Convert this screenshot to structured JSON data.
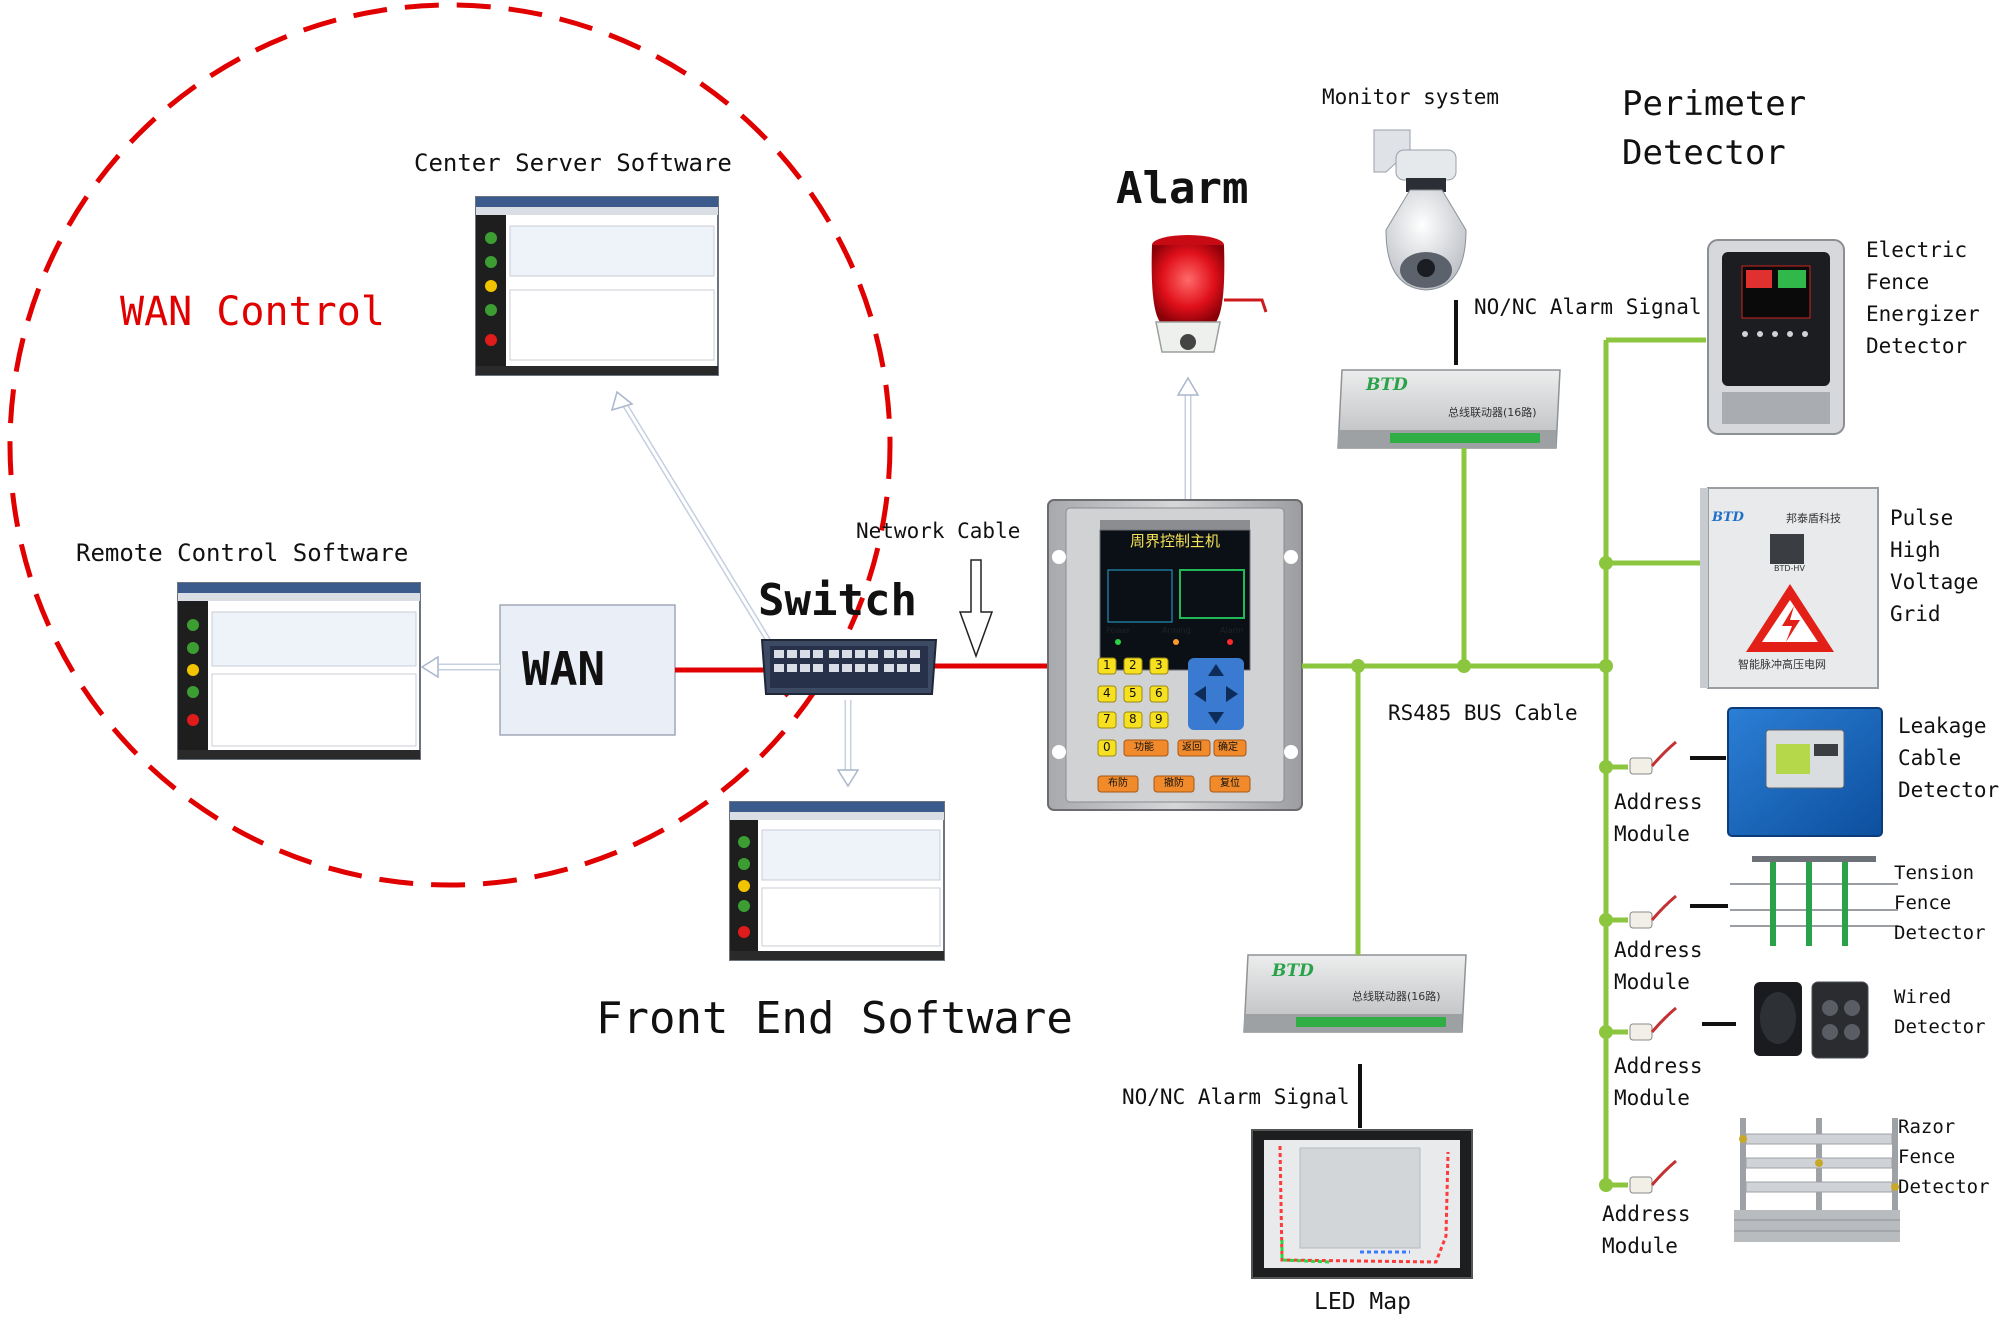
{
  "colors": {
    "accent_red": "#e00000",
    "bus_green": "#8cc63f",
    "wan_box": "#e9eef7",
    "device_grey": "#bfc1c4"
  },
  "labels": {
    "wan_control": "WAN Control",
    "center_server": "Center Server Software",
    "remote_control": "Remote Control Software",
    "wan": "WAN",
    "switch": "Switch",
    "network_cable": "Network Cable",
    "front_end": "Front End Software",
    "alarm": "Alarm",
    "monitor_system": "Monitor system",
    "perimeter_detector": "Perimeter\nDetector",
    "nonc_top": "NO/NC Alarm Signal",
    "nonc_bottom": "NO/NC Alarm Signal",
    "rs485": "RS485 BUS Cable",
    "led_map": "LED Map",
    "electric_fence": "Electric\nFence\nEnergizer\nDetector",
    "pulse_grid": "Pulse\nHigh\nVoltage\nGrid",
    "leakage_cable": "Leakage\nCable\nDetector",
    "tension_fence": "Tension\nFence\nDetector",
    "wired_detector": "Wired\nDetector",
    "razor_fence": "Razor\nFence\nDetector",
    "address_module_1": "Address\nModule",
    "address_module_2": "Address\nModule",
    "address_module_3": "Address\nModule",
    "address_module_4": "Address\nModule"
  },
  "controller": {
    "screen_title": "周界控制主机",
    "indicator_power": "Power",
    "indicator_arming": "Arming",
    "indicator_alarm": "Alarm",
    "keys": [
      "1",
      "2",
      "3",
      "4",
      "5",
      "6",
      "7",
      "8",
      "9",
      "0"
    ],
    "func_key": "功能",
    "back_key": "返回",
    "ok_key": "确定",
    "arm_key": "布防",
    "disarm_key": "撤防",
    "reset_key": "复位"
  },
  "bus_linker": {
    "brand": "BTD",
    "model": "总线联动器(16路)"
  },
  "pulse_device": {
    "brand": "BTD",
    "company": "邦泰盾科技",
    "model": "BTD-HV",
    "caption": "智能脉冲高压电网"
  }
}
